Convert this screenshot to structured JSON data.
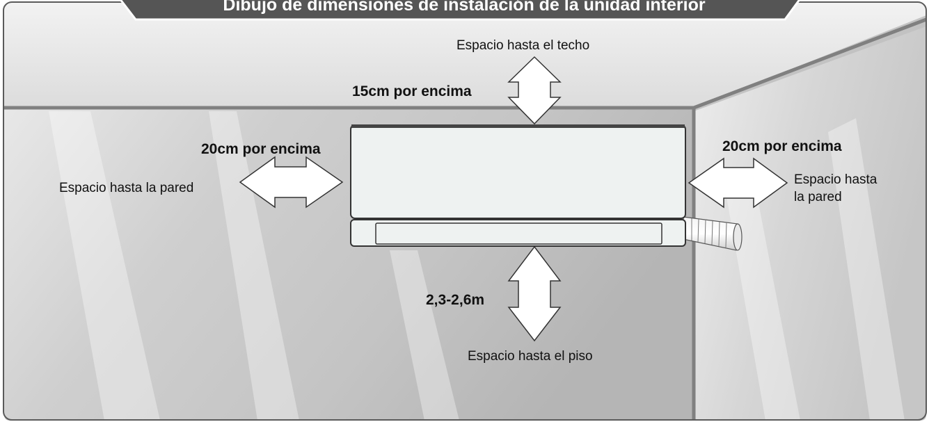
{
  "title": "Dibujo de dimensiones de instalación de la unidad interior",
  "labels": {
    "top_distance": "15cm por encima",
    "top_space": "Espacio hasta el techo",
    "left_distance": "20cm por encima",
    "left_space": "Espacio hasta la pared",
    "right_distance": "20cm por encima",
    "right_space_line1": "Espacio hasta",
    "right_space_line2": "la pared",
    "bottom_distance": "2,3-2,6m",
    "bottom_space": "Espacio hasta el piso"
  },
  "colors": {
    "wall": "#b9b9b9",
    "wall_light": "#e4e4e4",
    "ceiling": "#e6e6e6",
    "edge": "#808080",
    "title_band": "#555555",
    "unit_fill": "#eef2f1"
  }
}
